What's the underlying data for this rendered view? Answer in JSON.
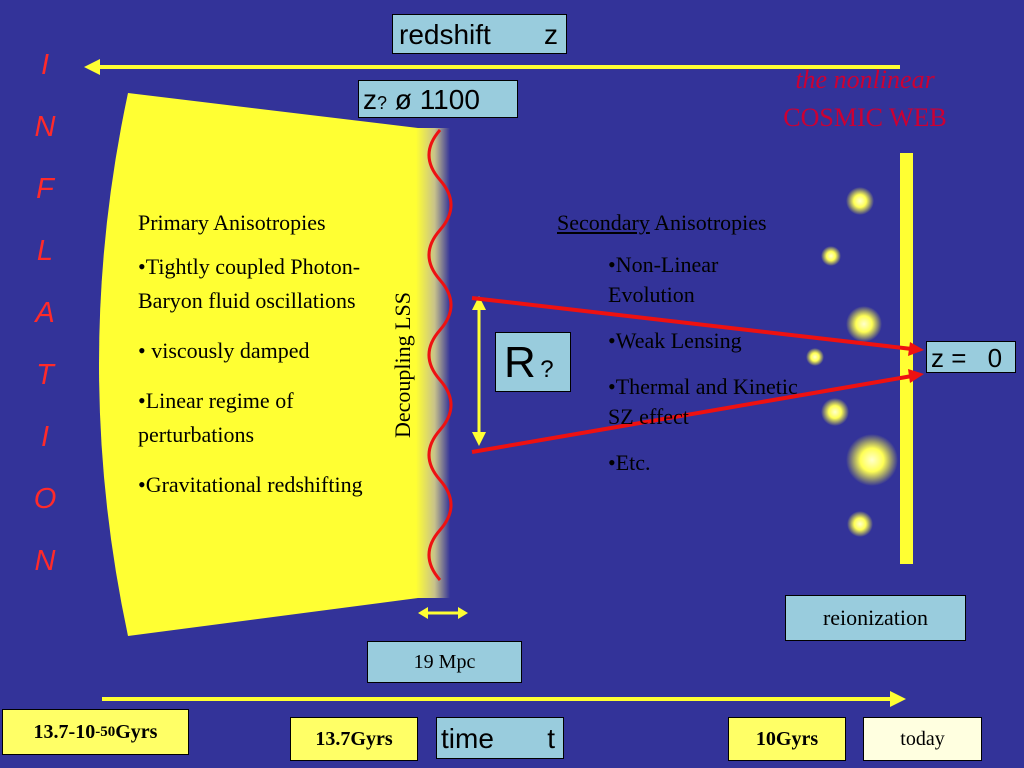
{
  "inflation_letters": [
    "I",
    "N",
    "F",
    "L",
    "A",
    "T",
    "I",
    "O",
    "N"
  ],
  "redshift_label": "redshift",
  "redshift_symbol": "z",
  "decoupling_z": {
    "symbol": "z",
    "sub": "?",
    "approx": "ø",
    "value": "1100"
  },
  "nonlinear": {
    "line1": "the nonlinear",
    "line2": "COSMIC WEB"
  },
  "primary": {
    "title": "Primary Anisotropies",
    "items": [
      "•Tightly coupled Photon-Baryon fluid oscillations",
      "• viscously damped",
      "•Linear  regime of perturbations",
      "•Gravitational redshifting"
    ]
  },
  "decoupling_label": "Decoupling LSS",
  "r_label": {
    "symbol": "R",
    "sub": "?"
  },
  "secondary": {
    "title_underlined": "Secondary",
    "title_rest": " Anisotropies",
    "items": [
      "•Non-Linear Evolution",
      "•Weak Lensing",
      "•Thermal and Kinetic SZ effect",
      "•Etc."
    ]
  },
  "z_zero": {
    "symbol": "z",
    "eq": "=",
    "value": "0"
  },
  "reionization": "reionization",
  "mpc": "19 Mpc",
  "time_label": "time",
  "time_symbol": "t",
  "labels_bottom": {
    "early": "13.7-10",
    "early_exp": "-50",
    "early_unit": "Gyrs",
    "age": "13.7Gyrs",
    "ten": "10Gyrs",
    "today": "today"
  },
  "colors": {
    "background": "#333399",
    "yellow": "#ffff33",
    "red": "#ee1111",
    "box": "#99ccdd"
  }
}
